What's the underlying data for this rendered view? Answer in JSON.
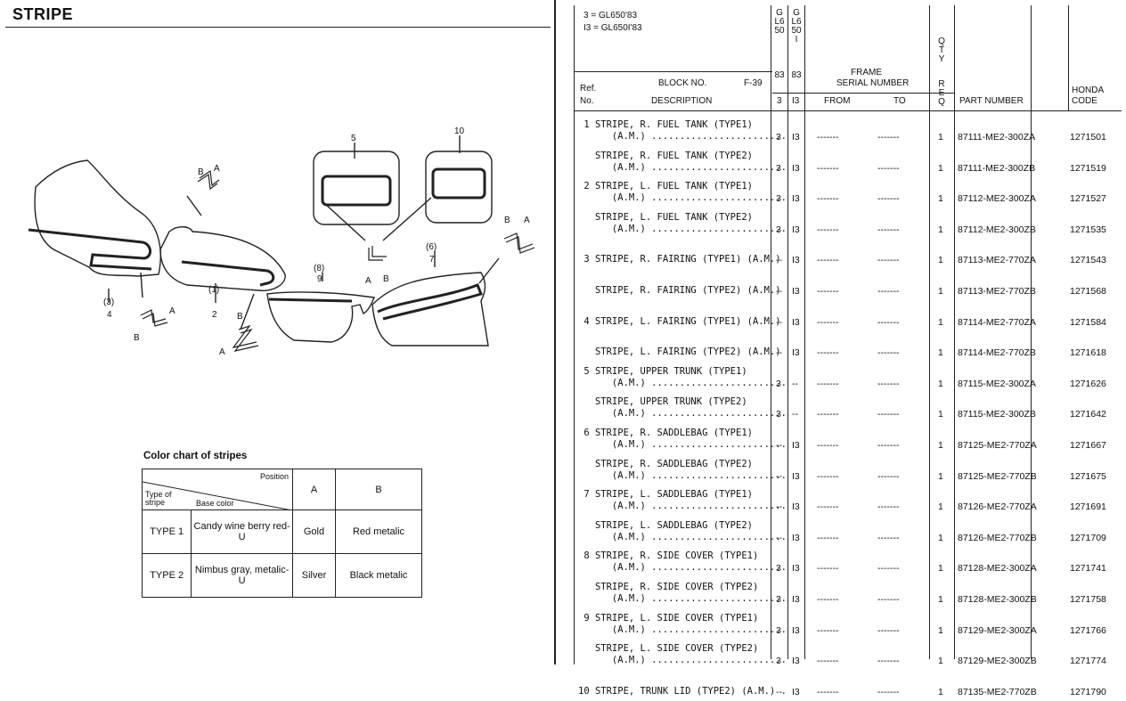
{
  "section_title": "STRIPE",
  "diagram_labels": {
    "n5": "5",
    "n10": "10",
    "n6p": "(6)",
    "n7": "7",
    "n8p": "(8)",
    "n9": "9",
    "n1p": "(1)",
    "n2": "2",
    "n3p": "(3)",
    "n4": "4",
    "a": "A",
    "b": "B"
  },
  "color_chart": {
    "title": "Color chart of stripes",
    "position_label": "Position",
    "type_label": "Type of stripe",
    "base_label": "Base color",
    "col_a": "A",
    "col_b": "B",
    "rows": [
      {
        "type": "TYPE 1",
        "base": "Candy wine berry red-U",
        "a": "Gold",
        "b": "Red metalic"
      },
      {
        "type": "TYPE 2",
        "base": "Nimbus gray, metalic-U",
        "a": "Silver",
        "b": "Black metalic"
      }
    ]
  },
  "parts_header": {
    "legend_1": "3 = GL650'83",
    "legend_2": "I3 = GL650I'83",
    "ref_label": "Ref.",
    "no_label": "No.",
    "block_label": "BLOCK NO.",
    "block_value": "F-39",
    "description_label": "DESCRIPTION",
    "model1_code": "GL650",
    "model1_year": "83",
    "model1_sub": "3",
    "model2_code": "GL650I",
    "model2_year": "83",
    "model2_sub": "I3",
    "frame_label": "FRAME",
    "serial_label": "SERIAL NUMBER",
    "from_label": "FROM",
    "to_label": "TO",
    "qty_label": "QTY",
    "req_label": "REQ",
    "part_number_label": "PART NUMBER",
    "honda_label": "HONDA",
    "code_label": "CODE"
  },
  "parts": [
    {
      "line1": " 1 STRIPE, R. FUEL TANK (TYPE1)",
      "line2": "      (A.M.) ........................",
      "m1": "3",
      "m2": "I3",
      "from": "-------",
      "to": "-------",
      "qty": "1",
      "part": "87111-ME2-300ZA",
      "code": "1271501"
    },
    {
      "line1": "   STRIPE, R. FUEL TANK (TYPE2)",
      "line2": "      (A.M.) ........................",
      "m1": "3",
      "m2": "I3",
      "from": "-------",
      "to": "-------",
      "qty": "1",
      "part": "87111-ME2-300ZB",
      "code": "1271519"
    },
    {
      "line1": " 2 STRIPE, L. FUEL TANK (TYPE1)",
      "line2": "      (A.M.) ........................",
      "m1": "3",
      "m2": "I3",
      "from": "-------",
      "to": "-------",
      "qty": "1",
      "part": "87112-ME2-300ZA",
      "code": "1271527"
    },
    {
      "line1": "   STRIPE, L. FUEL TANK (TYPE2)",
      "line2": "      (A.M.) ........................",
      "m1": "3",
      "m2": "I3",
      "from": "-------",
      "to": "-------",
      "qty": "1",
      "part": "87112-ME2-300ZB",
      "code": "1271535"
    },
    {
      "line1": "",
      "line2": " 3 STRIPE, R. FAIRING (TYPE1) (A.M.)",
      "m1": "--",
      "m2": "I3",
      "from": "-------",
      "to": "-------",
      "qty": "1",
      "part": "87113-ME2-770ZA",
      "code": "1271543"
    },
    {
      "line1": "",
      "line2": "   STRIPE, R. FAIRING (TYPE2) (A.M.)",
      "m1": "--",
      "m2": "I3",
      "from": "-------",
      "to": "-------",
      "qty": "1",
      "part": "87113-ME2-770ZB",
      "code": "1271568"
    },
    {
      "line1": "",
      "line2": " 4 STRIPE, L. FAIRING (TYPE1) (A.M.)",
      "m1": "--",
      "m2": "I3",
      "from": "-------",
      "to": "-------",
      "qty": "1",
      "part": "87114-ME2-770ZA",
      "code": "1271584"
    },
    {
      "line1": "",
      "line2": "   STRIPE, L. FAIRING (TYPE2) (A.M.)",
      "m1": "--",
      "m2": "I3",
      "from": "-------",
      "to": "-------",
      "qty": "1",
      "part": "87114-ME2-770ZB",
      "code": "1271618"
    },
    {
      "line1": " 5 STRIPE, UPPER TRUNK (TYPE1)",
      "line2": "      (A.M.) ........................",
      "m1": "3",
      "m2": "--",
      "from": "-------",
      "to": "-------",
      "qty": "1",
      "part": "87115-ME2-300ZA",
      "code": "1271626"
    },
    {
      "line1": "   STRIPE, UPPER TRUNK (TYPE2)",
      "line2": "      (A.M.) ........................",
      "m1": "3",
      "m2": "--",
      "from": "-------",
      "to": "-------",
      "qty": "1",
      "part": "87115-ME2-300ZB",
      "code": "1271642"
    },
    {
      "line1": " 6 STRIPE, R. SADDLEBAG (TYPE1)",
      "line2": "      (A.M.) ........................",
      "m1": "--",
      "m2": "I3",
      "from": "-------",
      "to": "-------",
      "qty": "1",
      "part": "87125-ME2-770ZA",
      "code": "1271667"
    },
    {
      "line1": "   STRIPE, R. SADDLEBAG (TYPE2)",
      "line2": "      (A.M.) ........................",
      "m1": "--",
      "m2": "I3",
      "from": "-------",
      "to": "-------",
      "qty": "1",
      "part": "87125-ME2-770ZB",
      "code": "1271675"
    },
    {
      "line1": " 7 STRIPE, L. SADDLEBAG (TYPE1)",
      "line2": "      (A.M.) ........................",
      "m1": "--",
      "m2": "I3",
      "from": "-------",
      "to": "-------",
      "qty": "1",
      "part": "87126-ME2-770ZA",
      "code": "1271691"
    },
    {
      "line1": "   STRIPE, L. SADDLEBAG (TYPE2)",
      "line2": "      (A.M.) ........................",
      "m1": "--",
      "m2": "I3",
      "from": "-------",
      "to": "-------",
      "qty": "1",
      "part": "87126-ME2-770ZB",
      "code": "1271709"
    },
    {
      "line1": " 8 STRIPE, R. SIDE COVER (TYPE1)",
      "line2": "      (A.M.) ........................",
      "m1": "3",
      "m2": "I3",
      "from": "-------",
      "to": "-------",
      "qty": "1",
      "part": "87128-ME2-300ZA",
      "code": "1271741"
    },
    {
      "line1": "   STRIPE, R. SIDE COVER (TYPE2)",
      "line2": "      (A.M.) ........................",
      "m1": "3",
      "m2": "I3",
      "from": "-------",
      "to": "-------",
      "qty": "1",
      "part": "87128-ME2-300ZB",
      "code": "1271758"
    },
    {
      "line1": " 9 STRIPE, L. SIDE COVER (TYPE1)",
      "line2": "      (A.M.) ........................",
      "m1": "3",
      "m2": "I3",
      "from": "-------",
      "to": "-------",
      "qty": "1",
      "part": "87129-ME2-300ZA",
      "code": "1271766"
    },
    {
      "line1": "   STRIPE, L. SIDE COVER (TYPE2)",
      "line2": "      (A.M.) ........................",
      "m1": "3",
      "m2": "I3",
      "from": "-------",
      "to": "-------",
      "qty": "1",
      "part": "87129-ME2-300ZB",
      "code": "1271774"
    },
    {
      "line1": "",
      "line2": "10 STRIPE, TRUNK LID (TYPE2) (A.M.) .",
      "m1": "--",
      "m2": "I3",
      "from": "-------",
      "to": "-------",
      "qty": "1",
      "part": "87135-ME2-770ZB",
      "code": "1271790"
    }
  ]
}
